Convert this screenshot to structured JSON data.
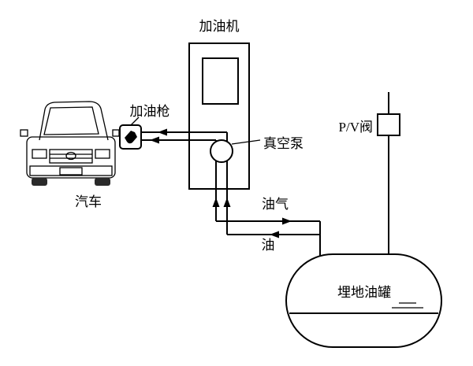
{
  "diagram": {
    "type": "fuel-vapor-recovery-schematic",
    "labels": {
      "car": "汽车",
      "nozzle": "加油枪",
      "dispenser": "加油机",
      "vacuum_pump": "真空泵",
      "vapor": "油气",
      "oil": "油",
      "pv_valve": "P/V阀",
      "tank": "埋地油罐"
    },
    "colors": {
      "line": "#000000",
      "background": "#ffffff",
      "wheel_fill": "#2a2a2a",
      "glass_fill": "#e8e8e8"
    }
  }
}
